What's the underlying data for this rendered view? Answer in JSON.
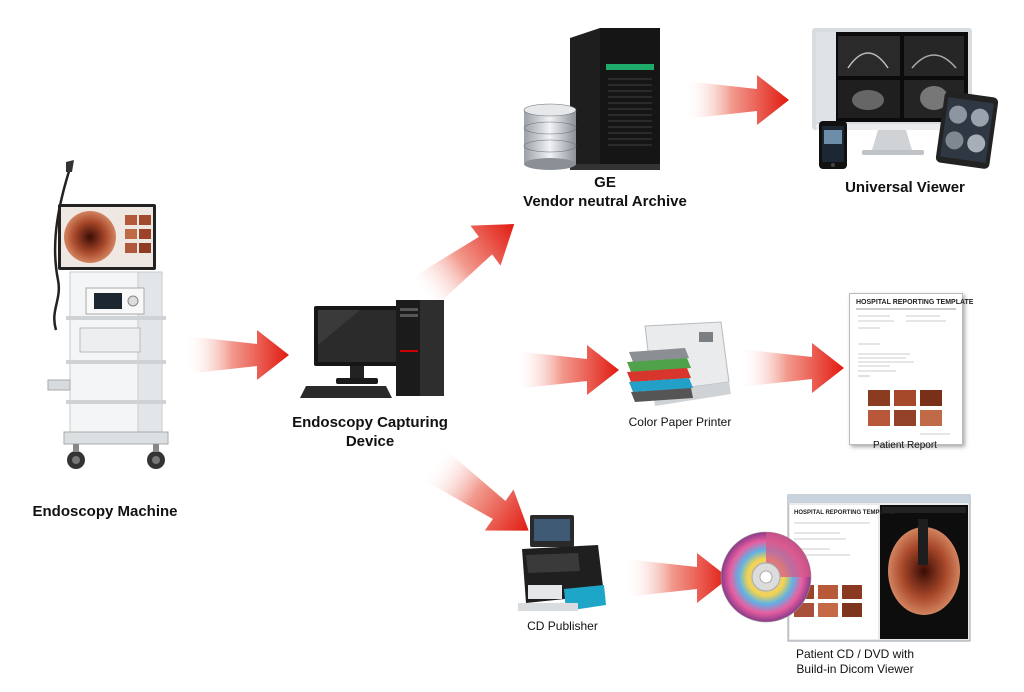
{
  "labels": {
    "endoscopy_machine": "Endoscopy Machine",
    "capturing_device_1": "Endoscopy Capturing",
    "capturing_device_2": "Device",
    "ge_1": "GE",
    "ge_2": "Vendor neutral Archive",
    "universal_viewer": "Universal Viewer",
    "color_printer": "Color Paper Printer",
    "patient_report": "Patient Report",
    "cd_publisher": "CD Publisher",
    "patient_cd_1": "Patient CD / DVD with",
    "patient_cd_2": "Build-in Dicom Viewer"
  },
  "report": {
    "title": "HOSPITAL REPORTING TEMPLATE"
  },
  "colors": {
    "arrow": "#e8281c",
    "arrow_fade": "#ffffff"
  },
  "icons": [
    "endoscopy-cart-icon",
    "desktop-computer-icon",
    "server-tower-icon",
    "database-icon",
    "monitor-viewer-icon",
    "tablet-icon",
    "phone-icon",
    "printer-icon",
    "report-page-icon",
    "cd-publisher-icon",
    "cd-disc-icon"
  ]
}
